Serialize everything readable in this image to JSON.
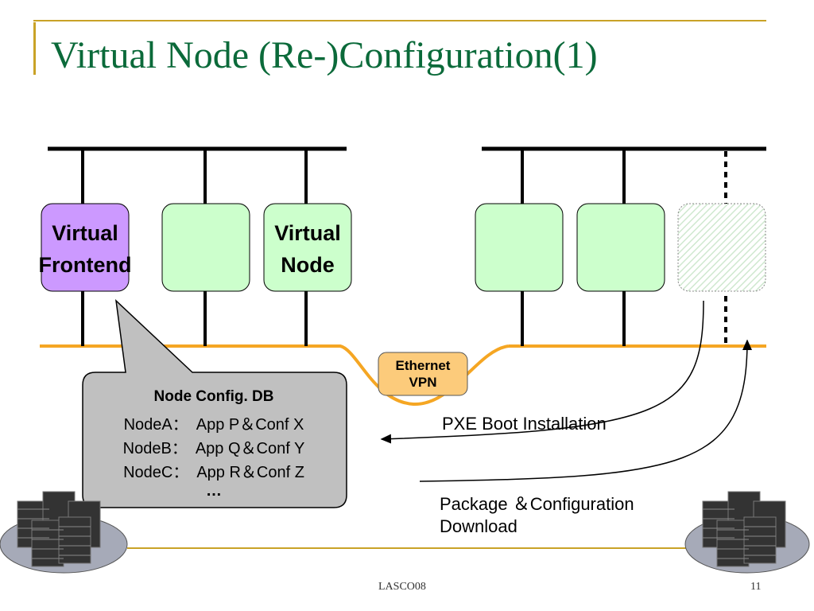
{
  "slide": {
    "title": "Virtual Node (Re-)Configuration(1)",
    "footer_center": "LASCO08",
    "page_number": "11"
  },
  "nodes": {
    "virtual_frontend": [
      "Virtual",
      "Frontend"
    ],
    "virtual_node": [
      "Virtual",
      "Node"
    ]
  },
  "vpn": {
    "line1": "Ethernet",
    "line2": "VPN"
  },
  "config_db": {
    "title": "Node Config. DB",
    "rows": [
      "NodeA：  App P＆Conf X",
      "NodeB：  App Q＆Conf Y",
      "NodeC：  App R＆Conf Z"
    ],
    "ellipsis": "…"
  },
  "arrows": {
    "pxe": "PXE Boot Installation",
    "package_line1": "Package ＆Configuration",
    "package_line2": "Download"
  },
  "colors": {
    "title": "#0b6a3a",
    "accent_line": "#c9a227",
    "frontend_fill": "#cc99ff",
    "node_fill": "#ccffcc",
    "network_orange": "#f5a623",
    "vpn_fill": "#fccb7b",
    "db_fill": "#c0c0c0"
  }
}
